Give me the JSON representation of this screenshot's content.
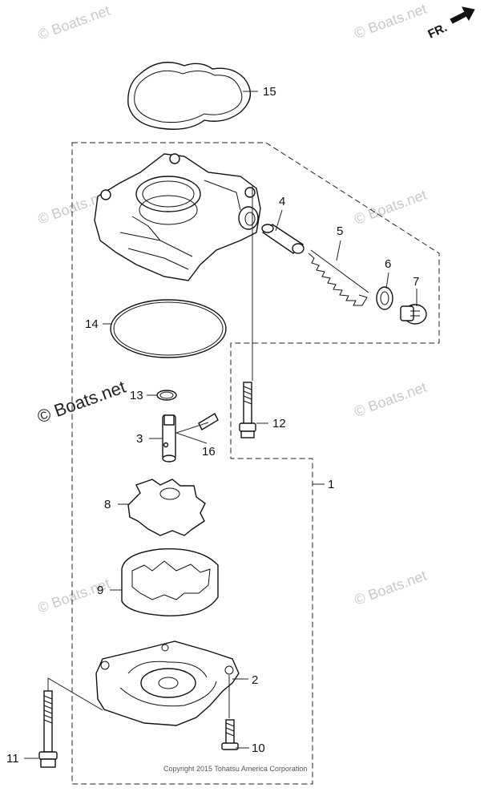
{
  "direction_label": "FR.",
  "copyright": "Copyright 2015 Tohatsu America Corporation",
  "watermark_main": "© Boats.net",
  "watermark_faint": "© Boats.net",
  "callouts": [
    "1",
    "2",
    "3",
    "4",
    "5",
    "6",
    "7",
    "8",
    "9",
    "10",
    "11",
    "12",
    "13",
    "14",
    "15",
    "16"
  ]
}
